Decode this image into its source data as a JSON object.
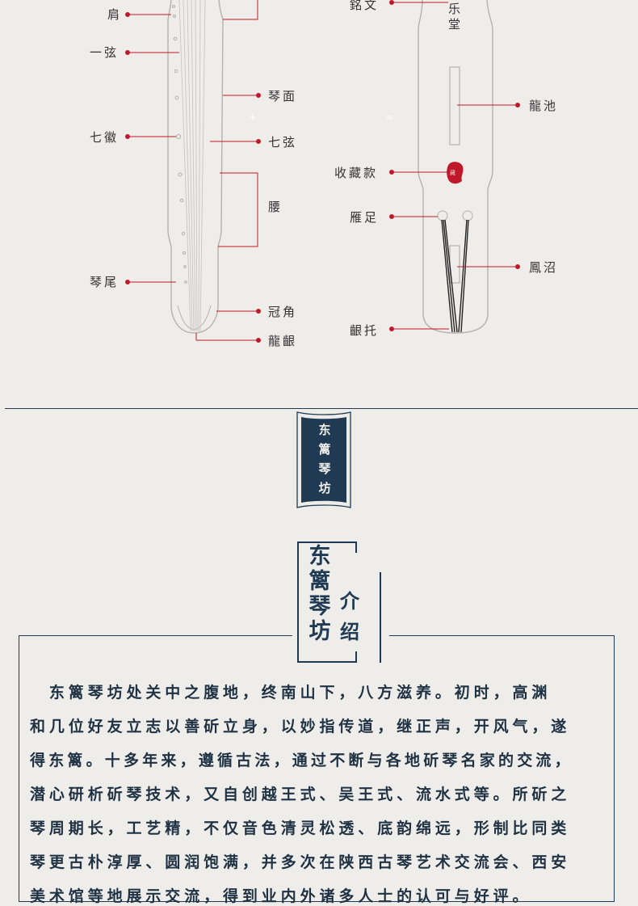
{
  "diagram": {
    "front_labels": {
      "shoulder": "肩",
      "string1": "一弦",
      "face": "琴面",
      "hui7": "七徽",
      "string7": "七弦",
      "waist": "腰",
      "tail": "琴尾",
      "crown": "冠角",
      "dragon_gum": "龍齦"
    },
    "back_labels": {
      "inscription": "銘文",
      "hall_name": "乐堂",
      "dragon_pool": "龍池",
      "seal": "收藏款",
      "goose_feet": "雁足",
      "phoenix_pond": "鳳沼",
      "gum_support": "齦托"
    }
  },
  "badge": {
    "text": "东篱琴坊"
  },
  "intro": {
    "title_main": "东篱琴坊",
    "title_sub": "介绍",
    "lines": [
      "　东篱琴坊处关中之腹地，终南山下，八方滋养。初时，高渊",
      "和几位好友立志以善斫立身，以妙指传道，继正声，开风气，遂",
      "得东篱。十多年来，遵循古法，通过不断与各地斫琴名家的交流，",
      "潜心研析斫琴技术，又自创越王式、吴王式、流水式等。所斫之",
      "琴周期长，工艺精，不仅音色清灵松透、底韵绵远，形制比同类",
      "琴更古朴淳厚、圆润饱满，并多次在陕西古琴艺术交流会、西安",
      "美术馆等地展示交流，得到业内外诸多人士的认可与好评。"
    ]
  },
  "colors": {
    "accent": "#c0182b",
    "navy": "#1f3a52"
  }
}
